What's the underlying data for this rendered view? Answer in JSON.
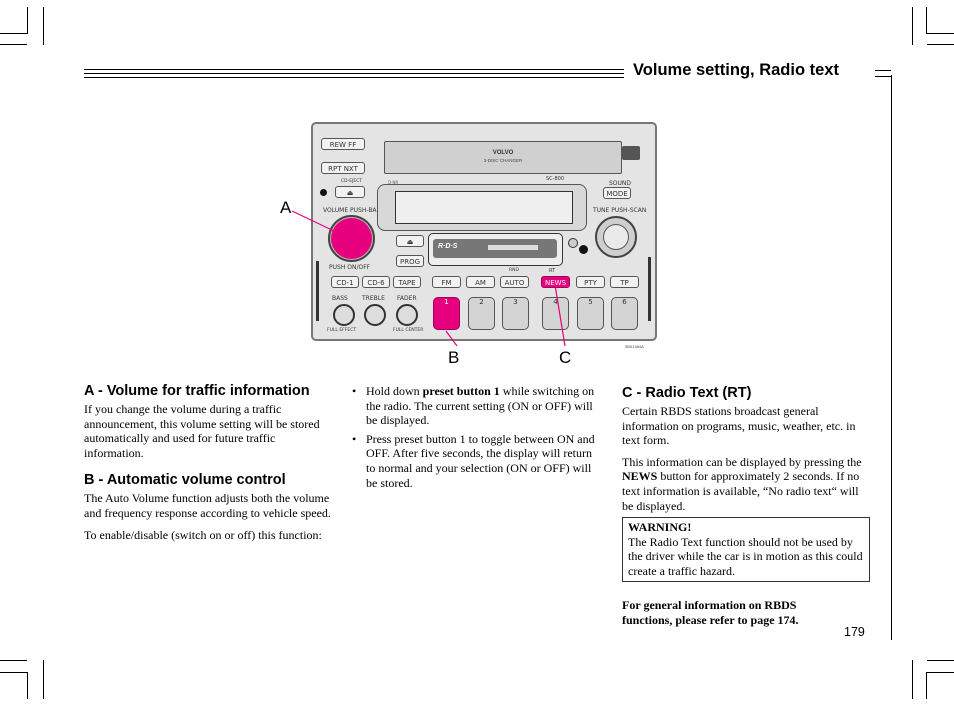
{
  "header": {
    "title": "Volume setting, Radio text"
  },
  "figure": {
    "callouts": {
      "a": "A",
      "b": "B",
      "c": "C"
    },
    "code": "3B01384A",
    "radio": {
      "brand": "VOLVO",
      "changer": "3-DISC CHANGER",
      "model": "SC-800",
      "buttons": {
        "rew_ff": "REW  FF",
        "rpt_nxt": "RPT  NXT",
        "cd_eject": "CD-EJECT",
        "vol_label": "VOLUME PUSH-BAL",
        "push_on_off": "PUSH ON/OFF",
        "cd1": "CD-1",
        "cd6": "CD-6",
        "tape": "TAPE",
        "fm": "FM",
        "am": "AM",
        "auto": "AUTO",
        "news": "NEWS",
        "pty": "PTY",
        "tp": "TP",
        "prog": "PROG",
        "sound": "SOUND",
        "mode": "MODE",
        "tune": "TUNE PUSH-SCAN",
        "bass": "BASS",
        "treble": "TREBLE",
        "fader": "FADER",
        "full_effect": "FULL EFFECT",
        "full_center": "FULL CENTER",
        "rt": "RT",
        "rnd": "RND",
        "dnr": "D-NR",
        "rds": "R·D·S",
        "presets": [
          "1",
          "2",
          "3",
          "4",
          "5",
          "6"
        ]
      }
    }
  },
  "colors": {
    "accent": "#e6007e"
  },
  "sections": {
    "a": {
      "title": "A - Volume for traffic information",
      "text": "If you change the volume during a traffic announcement, this volume setting will be stored automatically and used for future traffic information."
    },
    "b": {
      "title": "B - Automatic volume control",
      "p1": "The Auto Volume function adjusts both the volume and frequency response according to vehicle speed.",
      "p2": "To enable/disable (switch on or off) this function:"
    },
    "bullets": {
      "b1_pre": "Hold down ",
      "b1_bold": "preset button 1",
      "b1_post": " while switching on the radio. The current setting (ON or OFF) will be displayed.",
      "b2": "Press preset button 1 to toggle between ON and OFF. After five seconds, the display will return to normal and your selection (ON or OFF) will be stored."
    },
    "c": {
      "title": "C - Radio Text (RT)",
      "p1": "Certain RBDS stations broadcast general information on programs, music, weather, etc. in text form.",
      "p2_pre": "This information can be displayed by pressing the ",
      "p2_bold": "NEWS",
      "p2_post": " button for approximately 2 seconds. If no text information is available, “No radio text“ will be displayed."
    },
    "warning": {
      "title": "WARNING!",
      "text": "The Radio Text function should not be used by the driver while the car is in motion as this could create a traffic hazard."
    },
    "footer_note": "For general information on RBDS functions, please refer to page 174."
  },
  "page_number": "179"
}
